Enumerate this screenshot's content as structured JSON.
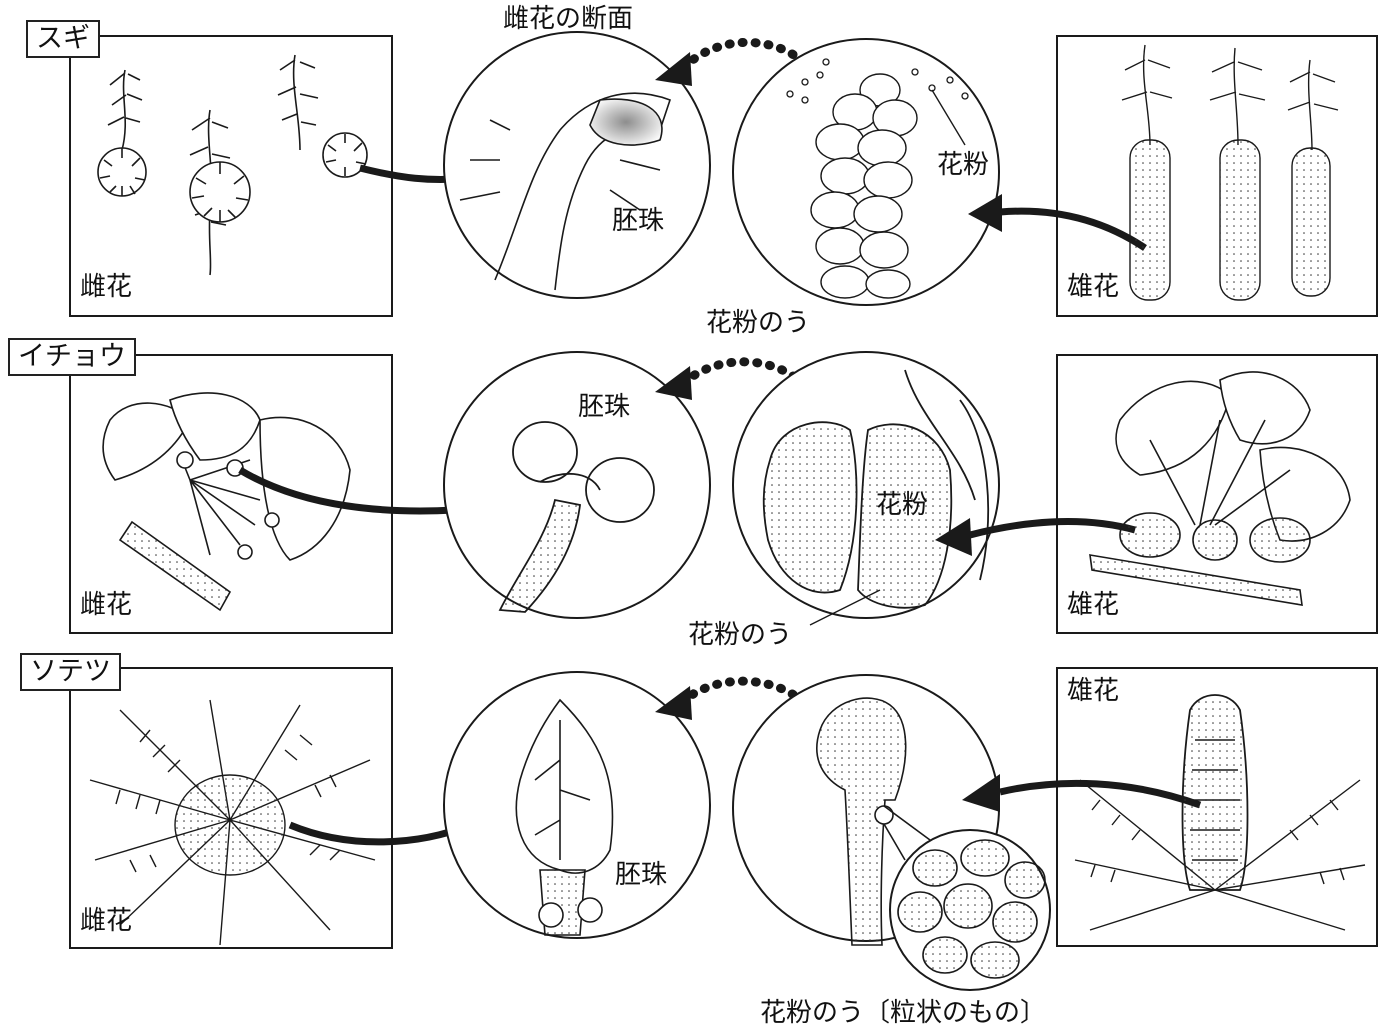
{
  "rows": [
    {
      "plant": "スギ",
      "female_label": "雌花",
      "male_label": "雄花",
      "female_detail_title": "雌花の断面",
      "female_detail_label": "胚珠",
      "male_detail_label": "花粉",
      "pollen_sac_label": "花粉のう"
    },
    {
      "plant": "イチョウ",
      "female_label": "雌花",
      "male_label": "雄花",
      "female_detail_label": "胚珠",
      "male_detail_label": "花粉",
      "pollen_sac_label": "花粉のう"
    },
    {
      "plant": "ソテツ",
      "female_label": "雌花",
      "male_label": "雄花",
      "female_detail_label": "胚珠",
      "pollen_sac_label": "花粉のう〔粒状のもの〕"
    }
  ],
  "colors": {
    "line": "#1a1a1a",
    "background": "#ffffff",
    "shade": "#9a9a9a"
  }
}
